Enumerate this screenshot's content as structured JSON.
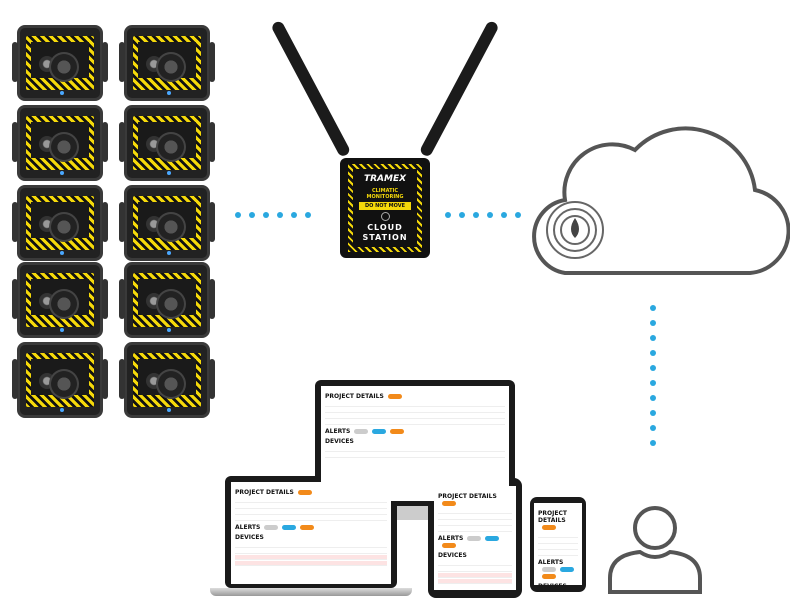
{
  "sensors": {
    "count": 10,
    "colors": {
      "body": "#222222",
      "stripe": "#f5d90a",
      "led": "#4aa8ff"
    }
  },
  "station": {
    "brand": "TRAMEX",
    "line1": "CLIMATIC MONITORING",
    "badge": "DO NOT MOVE",
    "line2": "CLOUD",
    "line3": "STATION"
  },
  "connector_color": "#2aa8e0",
  "cloud": {
    "icon": "cloud-icon",
    "stroke": "#555555"
  },
  "dashboard": {
    "project_details": "PROJECT DETAILS",
    "alerts": "ALERTS",
    "devices": "DEVICES",
    "accent": "#f28a1a",
    "alert_blue": "#2aa8e0"
  },
  "user": {
    "icon": "user-icon"
  }
}
